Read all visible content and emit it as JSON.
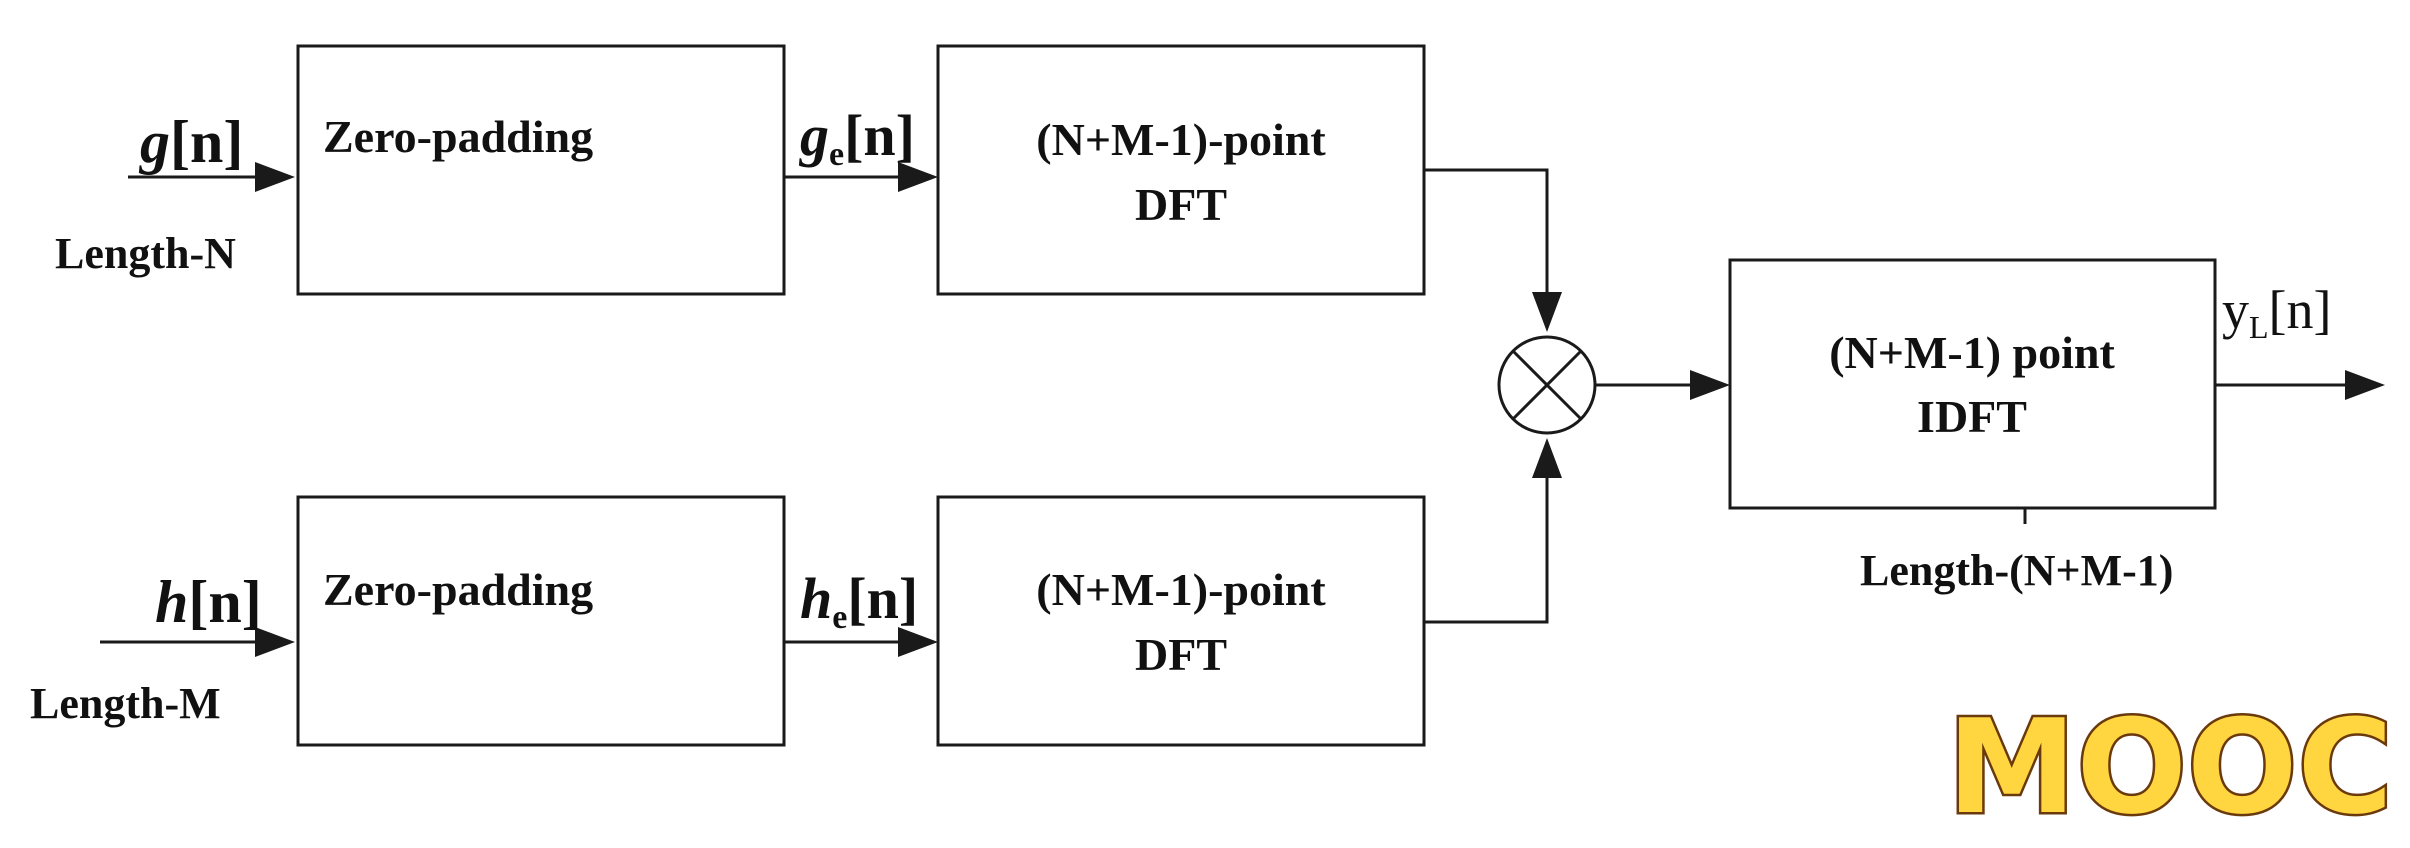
{
  "diagram": {
    "top_branch": {
      "input_signal_base": "g",
      "input_signal_index": "[n]",
      "input_length": "Length-N",
      "zero_pad_label": "Zero-padding",
      "padded_signal_base": "g",
      "padded_signal_sub": "e",
      "padded_signal_index": "[n]",
      "dft_line1": "(N+M-1)-point",
      "dft_line2": "DFT"
    },
    "bottom_branch": {
      "input_signal_base": "h",
      "input_signal_index": "[n]",
      "input_length": "Length-M",
      "zero_pad_label": "Zero-padding",
      "padded_signal_base": "h",
      "padded_signal_sub": "e",
      "padded_signal_index": "[n]",
      "dft_line1": "(N+M-1)-point",
      "dft_line2": "DFT"
    },
    "multiplier_symbol": "multiply-circle",
    "idft": {
      "line1": "(N+M-1) point",
      "line2": "IDFT",
      "length_label": "Length-(N+M-1)"
    },
    "output_signal_base": "y",
    "output_signal_sub": "L",
    "output_signal_index": "[n]"
  },
  "watermark": {
    "text": "MOOC",
    "fill_color": "#ffd640",
    "outline_color": "#6b3a0c"
  }
}
